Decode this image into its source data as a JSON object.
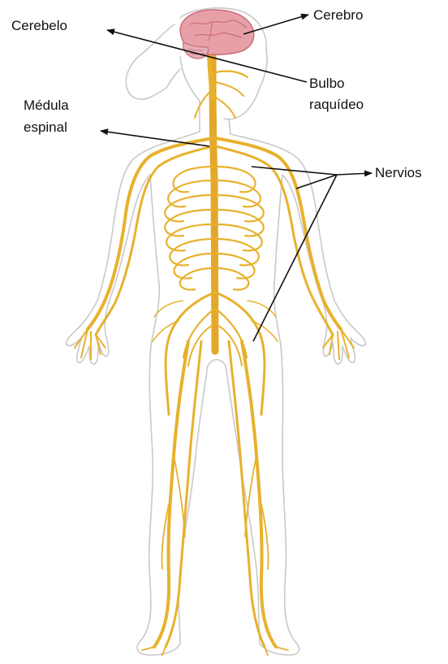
{
  "labels": {
    "cerebelo": "Cerebelo",
    "cerebro": "Cerebro",
    "bulbo_line1": "Bulbo",
    "bulbo_line2": "raquídeo",
    "medula_line1": "Médula",
    "medula_line2": "espinal",
    "nervios": "Nervios"
  },
  "colors": {
    "nerve": "#e8b12c",
    "nerve_dark": "#d49a17",
    "brain": "#e8a0a8",
    "brain_dark": "#c96a78",
    "outline": "#c9c9c9",
    "arrow": "#111111"
  },
  "icons": {
    "figure": "human-body-outline",
    "brain": "brain-icon"
  }
}
